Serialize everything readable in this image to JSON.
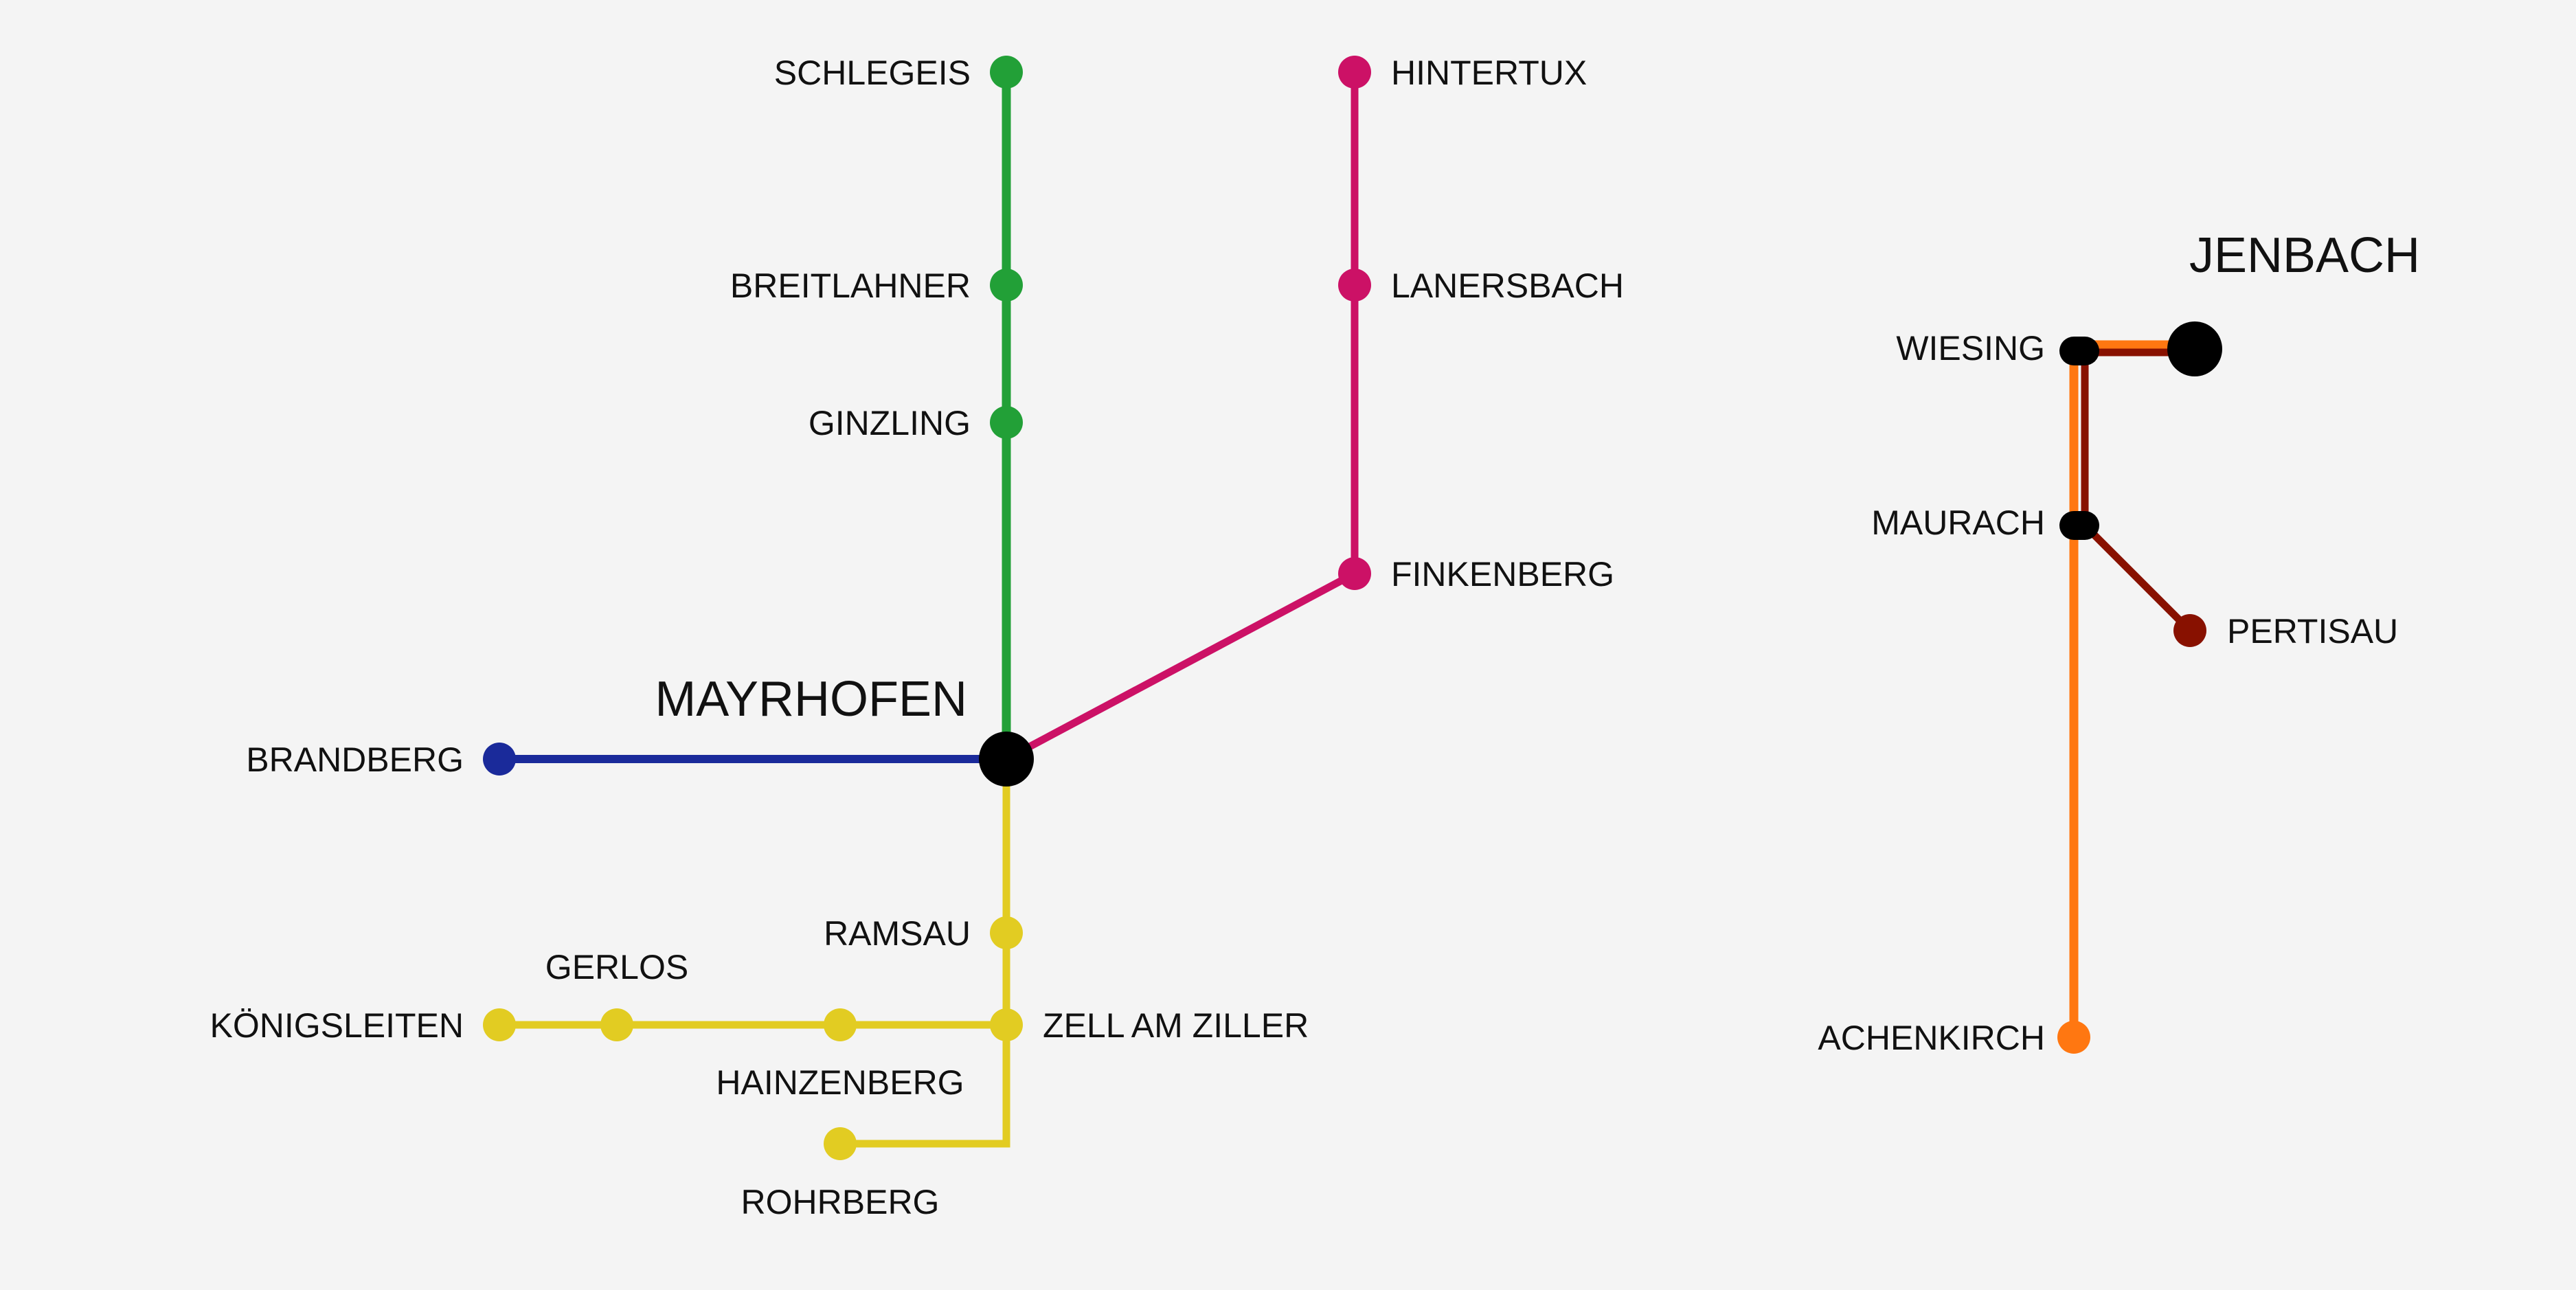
{
  "colors": {
    "background": "#f4f4f4",
    "green_line": "#22a037",
    "magenta_line": "#cc1166",
    "blue_line": "#1a2a9a",
    "yellow_line": "#e2cc22",
    "orange_line": "#ff7711",
    "darkred_line": "#881100",
    "hub": "#000000"
  },
  "lines": [
    {
      "id": "green",
      "color": "#22a037"
    },
    {
      "id": "magenta",
      "color": "#cc1166"
    },
    {
      "id": "blue",
      "color": "#1a2a9a"
    },
    {
      "id": "yellow",
      "color": "#e2cc22"
    },
    {
      "id": "orange",
      "color": "#ff7711"
    },
    {
      "id": "darkred",
      "color": "#881100"
    }
  ],
  "hubs": {
    "mayrhofen": "MAYRHOFEN",
    "jenbach": "JENBACH"
  },
  "stations": {
    "schlegeis": "SCHLEGEIS",
    "breitlahner": "BREITLAHNER",
    "ginzling": "GINZLING",
    "hintertux": "HINTERTUX",
    "lanersbach": "LANERSBACH",
    "finkenberg": "FINKENBERG",
    "brandberg": "BRANDBERG",
    "ramsau": "RAMSAU",
    "zell_am_ziller": "ZELL AM ZILLER",
    "gerlos": "GERLOS",
    "koenigsleiten": "KÖNIGSLEITEN",
    "hainzenberg": "HAINZENBERG",
    "rohrberg": "ROHRBERG",
    "wiesing": "WIESING",
    "maurach": "MAURACH",
    "pertisau": "PERTISAU",
    "achenkirch": "ACHENKIRCH"
  }
}
